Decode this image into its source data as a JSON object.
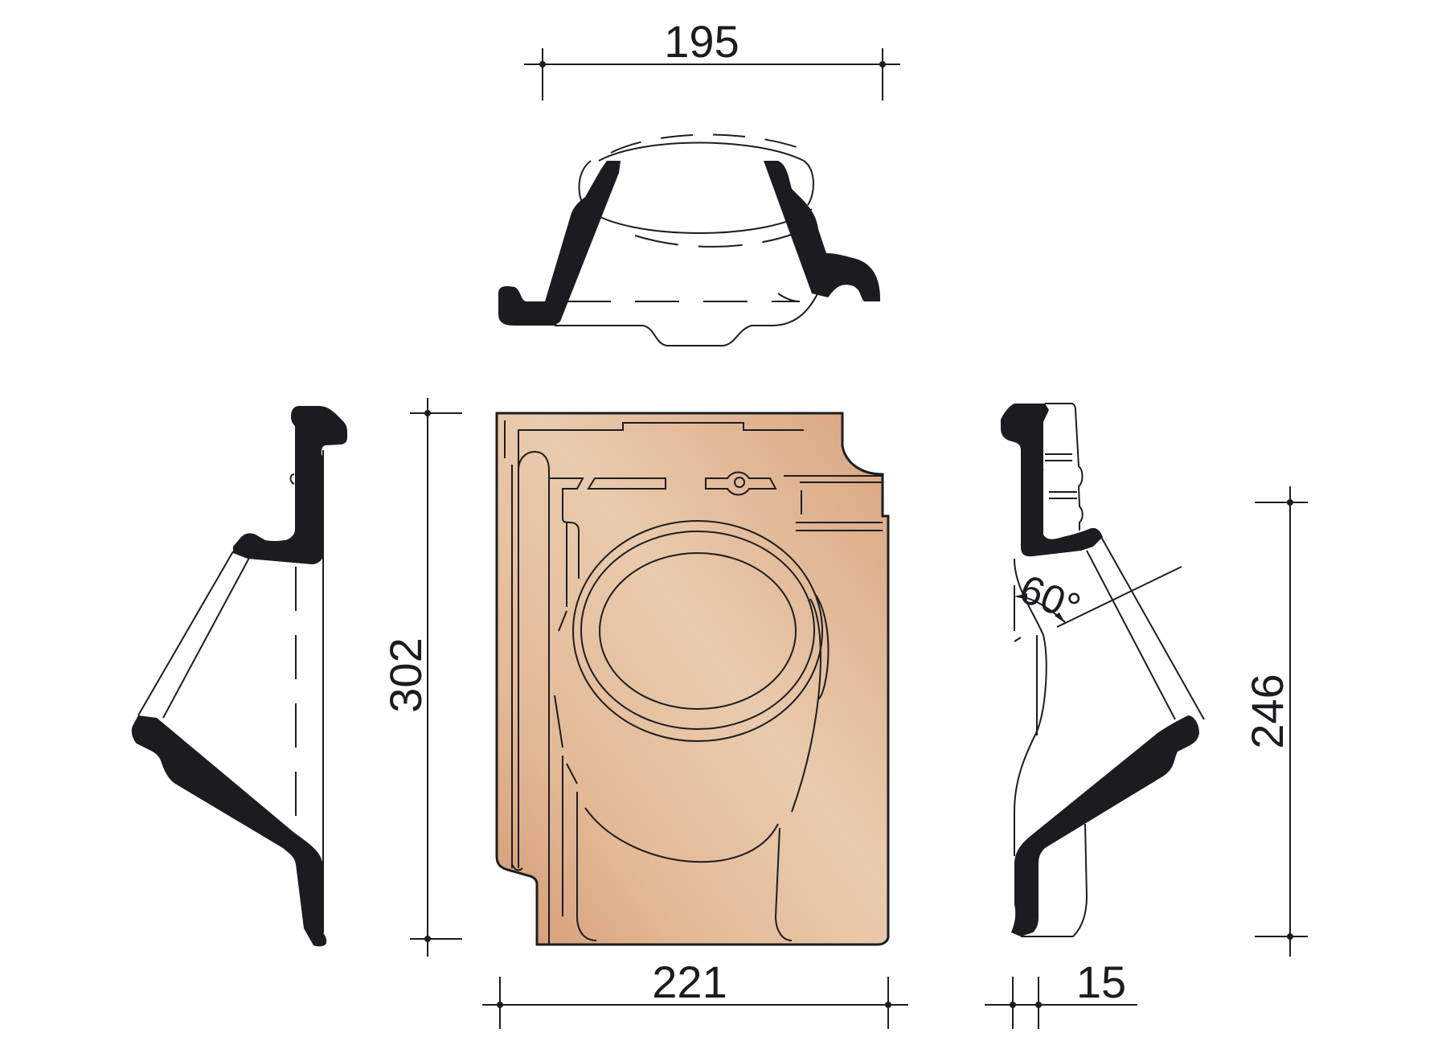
{
  "drawing": {
    "subject": "roof tile ventilation pipe outlet - technical drawing",
    "colors": {
      "tile_fill_light": "#e9cbad",
      "tile_fill_dark": "#d9a47f",
      "profile_fill": "#1c1b1f",
      "line": "#1d1d1f",
      "background": "#ffffff"
    },
    "views": {
      "top_profile": {
        "name": "top section view"
      },
      "left_profile": {
        "name": "left side section view"
      },
      "front_view": {
        "name": "front view of tile (terracotta)"
      },
      "right_profile": {
        "name": "right side section view"
      }
    },
    "dimensions": {
      "top_width": "195",
      "tile_height": "302",
      "tile_width": "221",
      "right_height": "246",
      "right_offset": "15",
      "pipe_angle": "60°"
    }
  }
}
